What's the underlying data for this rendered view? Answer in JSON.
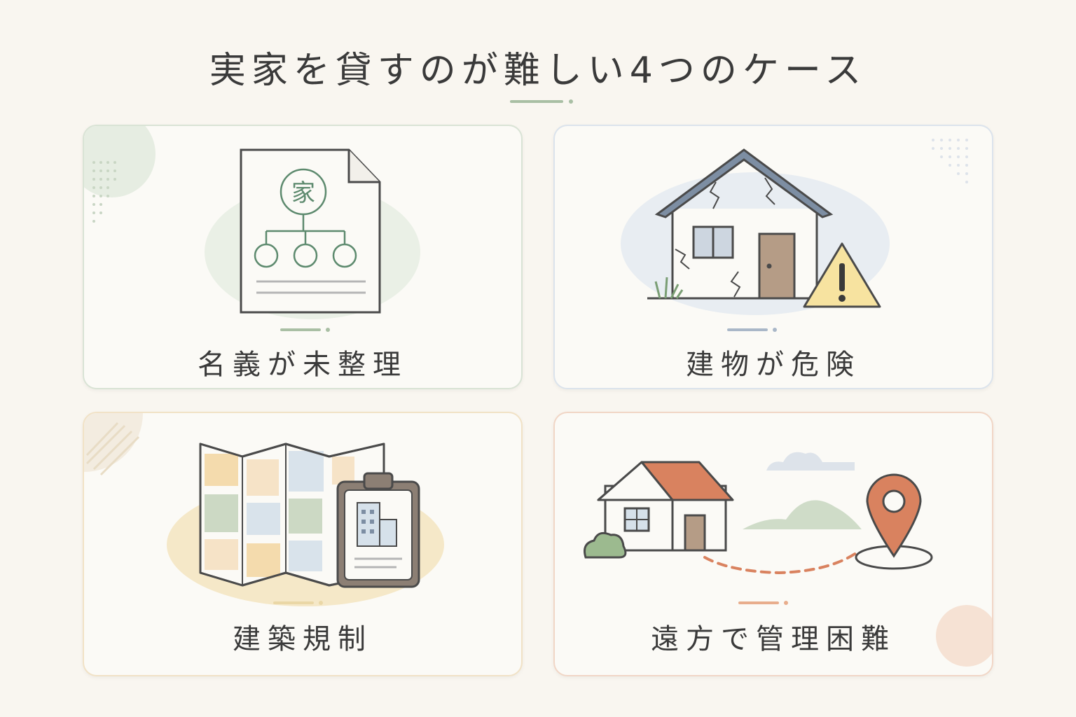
{
  "title": "実家を貸すのが難しい4つのケース",
  "cards": [
    {
      "label": "名義が未整理",
      "icon": "family-tree-document-icon",
      "doc_char": "家",
      "accent": "#a9bfa4"
    },
    {
      "label": "建物が危険",
      "icon": "cracked-house-warning-icon",
      "accent": "#a9b7c8"
    },
    {
      "label": "建築規制",
      "icon": "zoning-map-clipboard-icon",
      "accent": "#ead7a6"
    },
    {
      "label": "遠方で管理困難",
      "icon": "distant-house-location-icon",
      "accent": "#e8ad8c"
    }
  ],
  "colors": {
    "background": "#f9f6f0",
    "text": "#3a3a3a",
    "green": "#5d8a6e",
    "roof_blue": "#7d8ea3",
    "warning": "#f7e3a0",
    "roof_red": "#d9825f"
  }
}
